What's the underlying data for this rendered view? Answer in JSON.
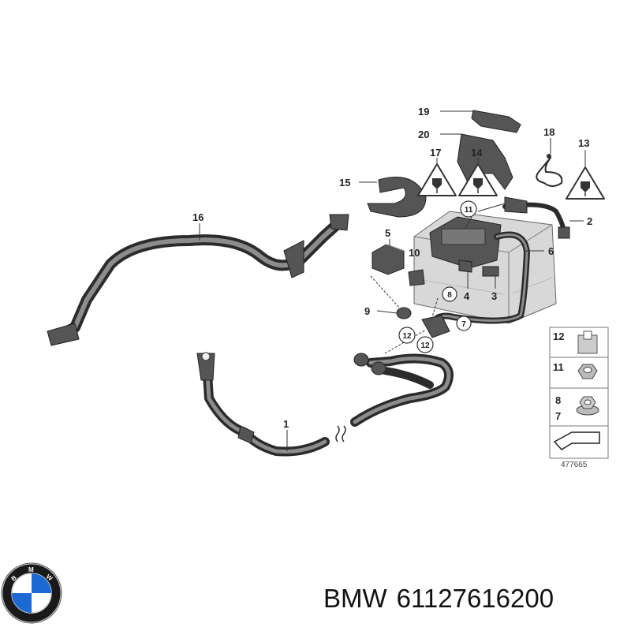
{
  "diagram": {
    "callouts": {
      "p1": "1",
      "p2": "2",
      "p3": "3",
      "p4": "4",
      "p5": "5",
      "p6": "6",
      "p7": "7",
      "p8": "8",
      "p9": "9",
      "p10": "10",
      "p11": "11",
      "p12a": "12",
      "p12b": "12",
      "p13": "13",
      "p14": "14",
      "p15": "15",
      "p16": "16",
      "p17": "17",
      "p18": "18",
      "p19": "19",
      "p20": "20"
    },
    "legend": {
      "row1": "12",
      "row2": "11",
      "row3a": "8",
      "row3b": "7",
      "image_number": "477665"
    }
  },
  "footer": {
    "brand": "BMW",
    "part_number": "61127616200"
  },
  "logo": {
    "text": "BMW",
    "colors": {
      "blue": "#1c69d4",
      "white": "#ffffff",
      "ring": "#1a1a1a"
    }
  }
}
